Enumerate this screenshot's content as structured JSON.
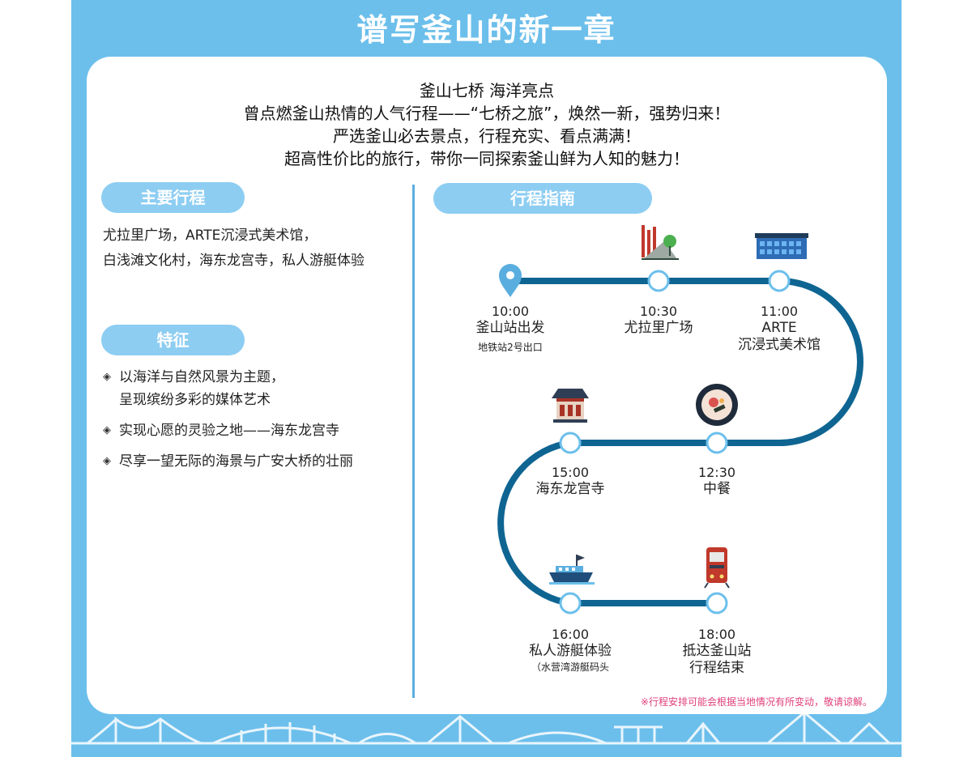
{
  "title": "谱写釜山的新一章",
  "intro": [
    "釜山七桥 海洋亮点",
    "曾点燃釜山热情的人气行程——“七桥之旅”，焕然一新，强势归来！",
    "严选釜山必去景点，行程充实、看点满满！",
    "超高性价比的旅行，带你一同探索釜山鲜为人知的魅力！"
  ],
  "sections": {
    "itinerary": {
      "heading": "主要行程",
      "lines": [
        "尤拉里广场，ARTE沉浸式美术馆，",
        "白浅滩文化村，海东龙宫寺，私人游艇体验"
      ]
    },
    "features": {
      "heading": "特征",
      "bullet": "◈",
      "items": [
        {
          "line1": "以海洋与自然风景为主题，",
          "line2": "呈现缤纷多彩的媒体艺术"
        },
        {
          "line1": "实现心愿的灵验之地——海东龙宫寺",
          "line2": ""
        },
        {
          "line1": "尽享一望无际的海景与广安大桥的壮丽",
          "line2": ""
        }
      ]
    },
    "guide": {
      "heading": "行程指南",
      "stops": [
        {
          "time": "10:00",
          "name": "釜山站出发",
          "name2": "",
          "note": "地铁站2号出口",
          "icon": "location-pin-icon"
        },
        {
          "time": "10:30",
          "name": "尤拉里广场",
          "name2": "",
          "note": "",
          "icon": "park-icon"
        },
        {
          "time": "11:00",
          "name": "ARTE",
          "name2": "沉浸式美术馆",
          "note": "",
          "icon": "museum-building-icon"
        },
        {
          "time": "12:30",
          "name": "中餐",
          "name2": "",
          "note": "",
          "icon": "meal-plate-icon"
        },
        {
          "time": "15:00",
          "name": "海东龙宫寺",
          "name2": "",
          "note": "",
          "icon": "temple-icon"
        },
        {
          "time": "16:00",
          "name": "私人游艇体验",
          "name2": "",
          "note": "（水营湾游艇码头",
          "icon": "yacht-icon"
        },
        {
          "time": "18:00",
          "name": "抵达釜山站",
          "name2": "行程结束",
          "note": "",
          "icon": "train-icon"
        }
      ]
    }
  },
  "notice": "※行程安排可能会根据当地情况有所变动，敬请谅解。",
  "colors": {
    "frame": "#6cbfeb",
    "pill": "#8dcdf2",
    "route": "#0f6592",
    "notice": "#e0407b"
  }
}
